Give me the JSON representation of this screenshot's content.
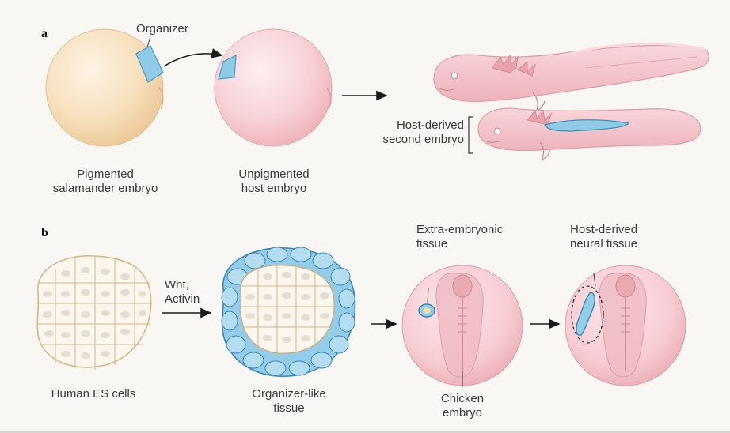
{
  "figure": {
    "panel_a": {
      "letter": "a",
      "organizer_label": "Organizer",
      "donor_caption": "Pigmented\nsalamander embryo",
      "host_caption": "Unpigmented\nhost embryo",
      "second_embryo_caption": "Host-derived\nsecond embryo"
    },
    "panel_b": {
      "letter": "b",
      "factors_caption": "Wnt,\nActivin",
      "es_cells_caption": "Human ES cells",
      "organizer_like_caption": "Organizer-like\ntissue",
      "extra_embryonic_caption": "Extra-embryonic\ntissue",
      "neural_tissue_caption": "Host-derived\nneural tissue",
      "chicken_caption": "Chicken\nembryo"
    }
  },
  "colors": {
    "donor_embryo": "#f6dcb6",
    "host_embryo": "#f5c2c7",
    "organizer_blue": "#8fcbe6",
    "cell_blue": "#93cdea",
    "es_cell_fill": "#fbf6ee",
    "axolotl_pink": "#f4c6cd"
  }
}
